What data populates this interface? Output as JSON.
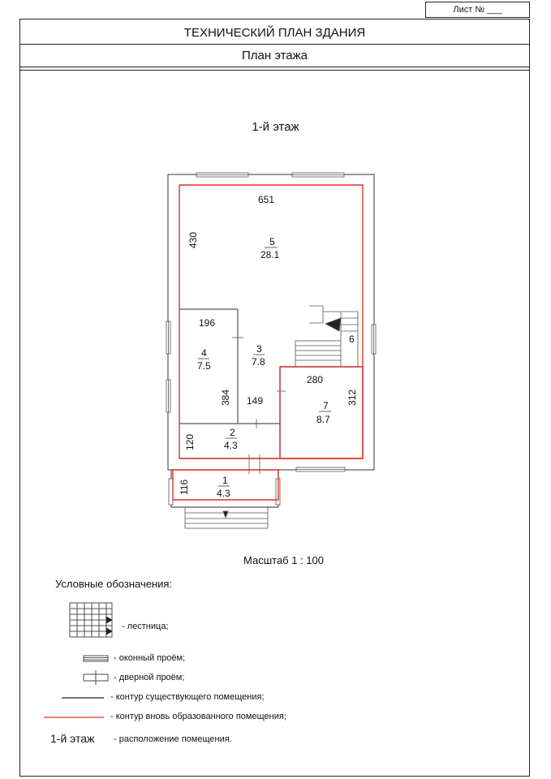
{
  "sheet_label": "Лист № ___",
  "title": "ТЕХНИЧЕСКИЙ ПЛАН ЗДАНИЯ",
  "subtitle": "План  этажа",
  "floor_label": "1-й этаж",
  "dimensions": {
    "top_width": "651",
    "left_height": "430",
    "room4_width": "196",
    "room4_height": "384",
    "room3_width": "149",
    "room7_width": "280",
    "room7_height": "312",
    "room2_height": "120",
    "room1_height": "116"
  },
  "rooms": [
    {
      "number": "5",
      "area": "28.1"
    },
    {
      "number": "4",
      "area": "7.5"
    },
    {
      "number": "3",
      "area": "7.8"
    },
    {
      "number": "7",
      "area": "8.7"
    },
    {
      "number": "2",
      "area": "4.3"
    },
    {
      "number": "1",
      "area": "4.3"
    },
    {
      "number": "6",
      "area": ""
    }
  ],
  "scale": "Масштаб 1 : 100",
  "legend": {
    "title": "Условные обозначения:",
    "stairs": "- лестница;",
    "window": "- оконный проём;",
    "door": "- дверной проём;",
    "existing_contour": "- контур существующего помещения;",
    "new_contour": "- контур вновь образованного  помещения;",
    "floor_label": "1-й этаж",
    "location": "- расположение  помещения."
  },
  "colors": {
    "red_contour": "#e0302a",
    "black": "#222222",
    "gray_wall": "#555555"
  }
}
